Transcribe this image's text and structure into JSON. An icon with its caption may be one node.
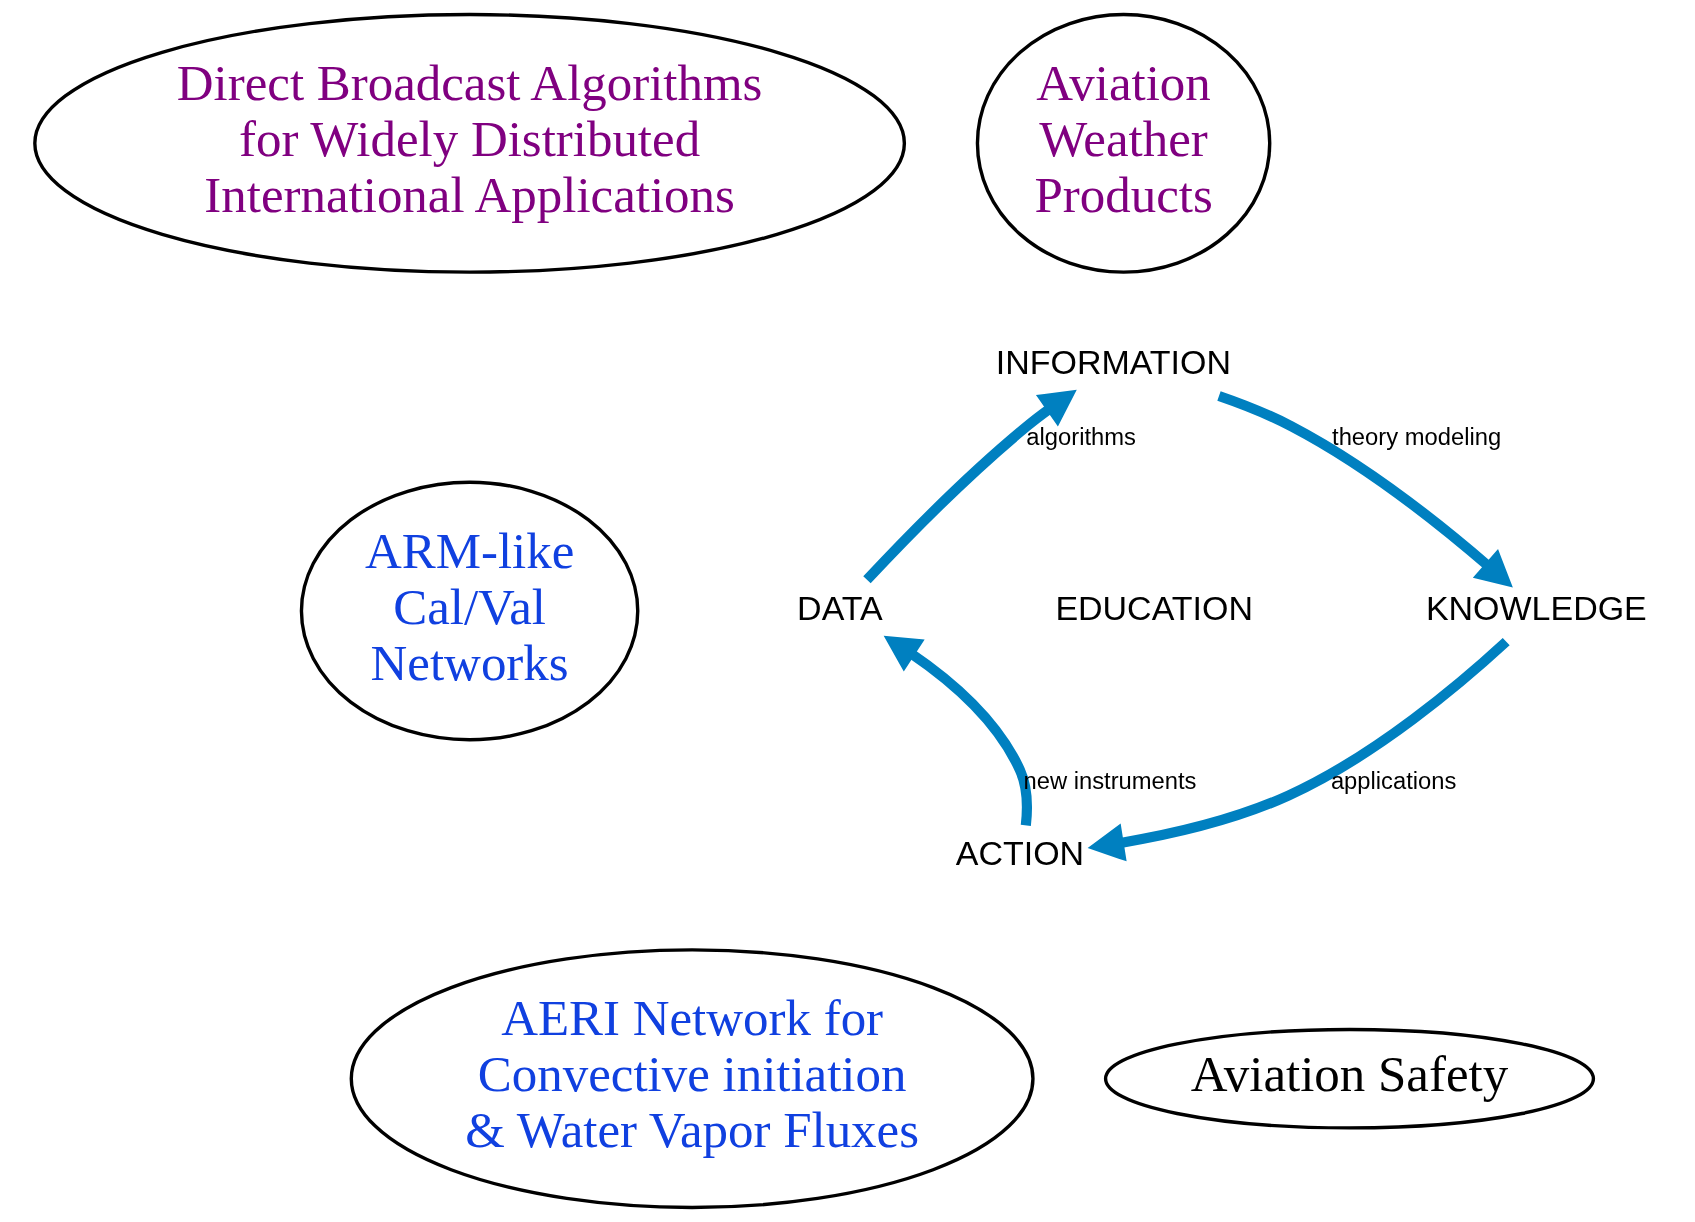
{
  "diagram": {
    "nodes": [
      {
        "text": [
          "Direct Broadcast Algorithms for Widely Distributed International Applications"
        ]
      },
      {
        "text": [
          "Aviation Weather Products"
        ]
      },
      {
        "text": [
          "ARM-like Cal/Val Networks"
        ]
      },
      {
        "text": [
          "AERI Network for Convective initiation & Water Vapor Fluxes"
        ]
      },
      {
        "text": [
          "Aviation Safety"
        ]
      },
      {
        "text": [
          "DATA"
        ]
      },
      {
        "text": [
          "INFORMATION"
        ]
      },
      {
        "text": [
          "KNOWLEDGE"
        ]
      },
      {
        "text": [
          "ACTION"
        ]
      }
    ],
    "edges": [
      {
        "from": 5,
        "to": 6,
        "arrow": "to",
        "label": "algorithms"
      },
      {
        "from": 6,
        "to": 7,
        "arrow": "to",
        "label": "theory modeling"
      },
      {
        "from": 7,
        "to": 8,
        "arrow": "to",
        "label": "applications"
      },
      {
        "from": 8,
        "to": 5,
        "arrow": "to",
        "label": "new instruments"
      }
    ],
    "labels": [
      "EDUCATION"
    ]
  }
}
